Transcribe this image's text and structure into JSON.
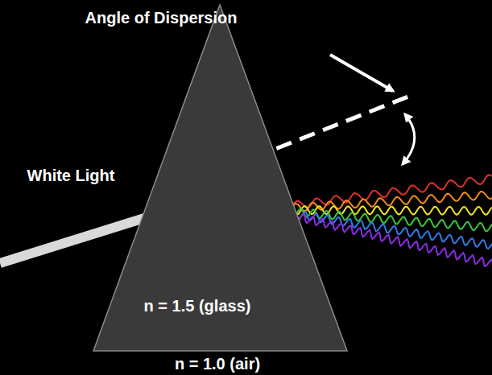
{
  "diagram": {
    "nodes": [
      {
        "text": [
          "n = 1.5 (glass)"
        ]
      }
    ],
    "labels": [
      "Angle of Dispersion",
      "White Light",
      "n = 1.0 (air)"
    ]
  }
}
